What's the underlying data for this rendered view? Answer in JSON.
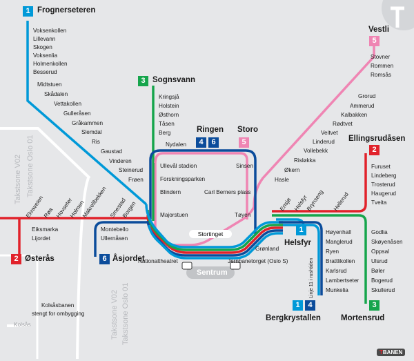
{
  "colors": {
    "line1": "#0099d8",
    "line2": "#e1222b",
    "line3": "#16a54c",
    "line4": "#0b4c9b",
    "line5": "#ef85b3",
    "line6": "#0b4c9b",
    "background": "#e6e7e9",
    "zone_line": "#ffffff",
    "sentrum": "#c2c4c7"
  },
  "badges": {
    "b1_top": "1",
    "b5_vestli": "5",
    "b3_sognsvann": "3",
    "b4_ringen": "4",
    "b6_ringen": "6",
    "b5_storo": "5",
    "b2_ellingsrudasen": "2",
    "b2_osteras": "2",
    "b6_asjordet": "6",
    "b1_helsfyr": "1",
    "b1_bergkrystallen": "1",
    "b4_bergkrystallen": "4",
    "b3_mortensrud": "3"
  },
  "termini": {
    "frognerseteren": "Frognerseteren",
    "vestli": "Vestli",
    "sognsvann": "Sognsvann",
    "ringen": "Ringen",
    "storo": "Storo",
    "ellingsrudasen": "Ellingsrudåsen",
    "helsfyr": "Helsfyr",
    "osteras": "Østerås",
    "asjordet": "Åsjordet",
    "bergkrystallen": "Bergkrystallen",
    "mortensrud": "Mortensrud"
  },
  "line1_stations": [
    "Voksenkollen",
    "Lillevann",
    "Skogen",
    "Voksenlia",
    "Holmenkollen",
    "Besserud",
    "Midtstuen",
    "Skådalen",
    "Vettakollen",
    "Gulleråsen",
    "Gråkammen",
    "Slemdal",
    "Ris",
    "Gaustad",
    "Vinderen",
    "Steinerud",
    "Frøen"
  ],
  "line5_stations": [
    "Stovner",
    "Rommen",
    "Romsås",
    "Grorud",
    "Ammerud",
    "Kalbakken",
    "Rødtvet",
    "Veitvet",
    "Linderud",
    "Vollebekk",
    "Risløkka",
    "Økern",
    "Hasle"
  ],
  "line3_north_stations": [
    "Kringsjå",
    "Holstein",
    "Østhorn",
    "Tåsen",
    "Berg"
  ],
  "ring_stations": {
    "nydalen": "Nydalen",
    "sinsen": "Sinsen",
    "ulleval": "Ullevål stadion",
    "forskningsparken": "Forskningsparken",
    "blindern": "Blindern",
    "carl_berner": "Carl Berners plass",
    "majorstuen": "Majorstuen",
    "toyen": "Tøyen"
  },
  "line2_east_stations": [
    "Furuset",
    "Lindeberg",
    "Trosterud",
    "Haugerud",
    "Tveita"
  ],
  "line2_west_stations": [
    "Eiksmarka",
    "Lijordet"
  ],
  "line2_diag_stations": [
    "Ekraveien",
    "Røa",
    "Hovseter",
    "Holmen",
    "Makrellbekken",
    "Smestad",
    "Borgen"
  ],
  "line6_west_stations": [
    "Montebello",
    "Ullernåsen"
  ],
  "east_diag_stations": [
    "Ensjø",
    "Helsfyr",
    "Brynseng",
    "Hellerud"
  ],
  "line14_stations": [
    "Høyenhall",
    "Manglerud",
    "Ryen",
    "Brattlikollen",
    "Karlsrud",
    "Lambertseter",
    "Munkelia"
  ],
  "line3_south_stations": [
    "Godlia",
    "Skøyenåsen",
    "Oppsal",
    "Ulsrud",
    "Bøler",
    "Bogerud",
    "Skullerud"
  ],
  "center": {
    "stortinget": "Stortinget",
    "nationaltheatret": "Nationaltheatret",
    "jernbanetorget": "Jernbanetorget (Oslo S)",
    "gronland": "Grønland",
    "sentrum": "Sentrum"
  },
  "notes": {
    "linje11": "Linje 11 i rushtiden",
    "kolsas_1": "Kolsåsbanen",
    "kolsas_2": "stengt for ombygging",
    "kolsas": "Kolsås",
    "zone_1": "Takstsone V02",
    "zone_2": "Takstsone Oslo 01",
    "zone_3": "Takstsone V02",
    "zone_4": "Takstsone Oslo 01"
  },
  "logo": {
    "prefix": "T",
    "text": "BANEN"
  }
}
